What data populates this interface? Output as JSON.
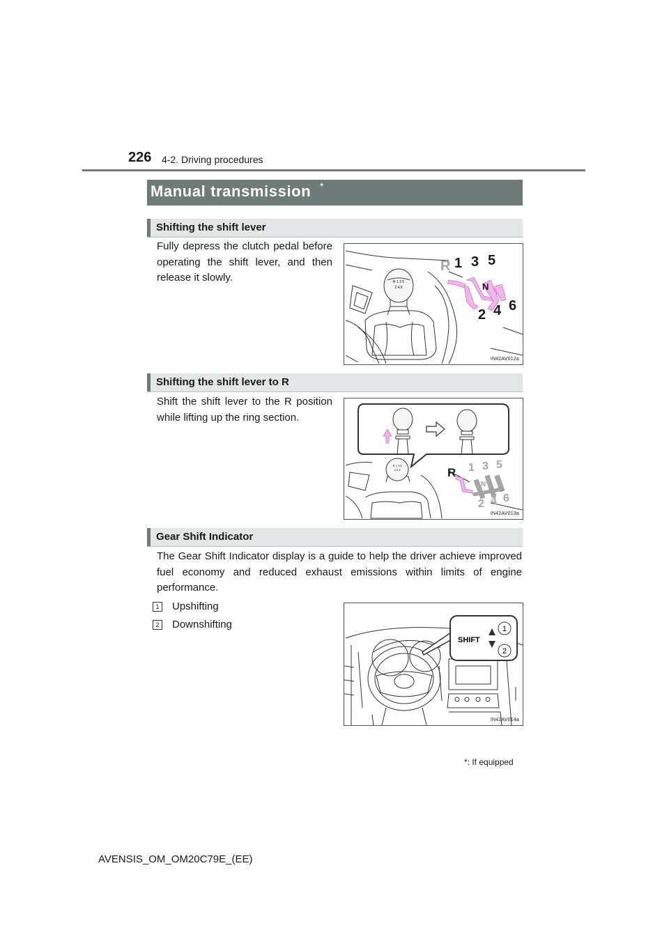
{
  "header": {
    "page_number": "226",
    "section": "4-2. Driving procedures"
  },
  "title": {
    "text": "Manual transmission",
    "star": "*"
  },
  "sections": [
    {
      "heading": "Shifting the shift lever",
      "body": "Fully depress the clutch pedal before operating the shift lever, and then release it slowly.",
      "figure": {
        "code": "IN42AV012a",
        "gate_labels": [
          "R",
          "1",
          "3",
          "5",
          "N",
          "2",
          "4",
          "6"
        ],
        "knob_pattern": [
          "R 1 3 5",
          "2 4 6"
        ]
      }
    },
    {
      "heading": "Shifting the shift lever to R",
      "body": "Shift the shift lever to the R position while lifting up the ring section.",
      "figure": {
        "code": "IN42AV013a",
        "gate_labels": [
          "R",
          "1",
          "3",
          "5",
          "N",
          "2",
          "4",
          "6"
        ],
        "knob_pattern": [
          "R 1 3 5",
          "2 4 6"
        ]
      }
    },
    {
      "heading": "Gear Shift Indicator",
      "body": "The Gear Shift Indicator display is a guide to help the driver achieve improved fuel economy and reduced exhaust emissions within limits of engine performance.",
      "items": [
        {
          "num": "1",
          "label": "Upshifting"
        },
        {
          "num": "2",
          "label": "Downshifting"
        }
      ],
      "figure": {
        "code": "IN42AV014a",
        "indicator_text": "SHIFT",
        "callouts": [
          "1",
          "2"
        ]
      }
    }
  ],
  "footnote": {
    "star": "*",
    "text": ": If equipped"
  },
  "footer": {
    "doc_id": "AVENSIS_OM_OM20C79E_(EE)"
  },
  "colors": {
    "title_bar": "#6f7b78",
    "subhead_bg": "#e2e6e6",
    "arrow_pink": "#f2b3ee",
    "arrow_grey": "#a6a6a6"
  }
}
